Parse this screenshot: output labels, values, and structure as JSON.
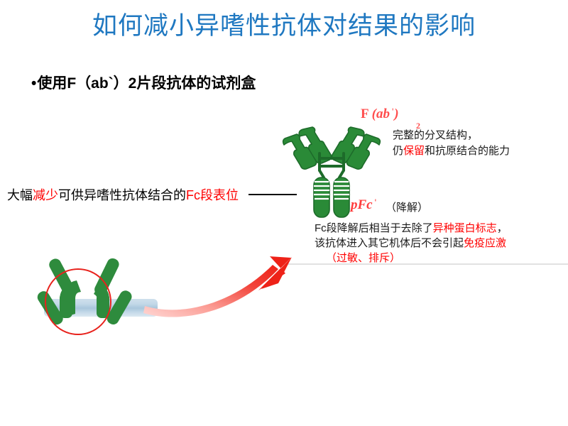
{
  "slide": {
    "title": "如何减小异嗜性抗体对结果的影响",
    "title_color": "#1f78c1",
    "background": "#ffffff"
  },
  "bullet": {
    "marker": "•",
    "text": "使用F（ab`）2片段抗体的试剂盒"
  },
  "left_statement": {
    "part1": "大幅",
    "highlight1": "减少",
    "part2": "可供异嗜性抗体结合的",
    "highlight2": "Fc段表位",
    "leader_line": "—————",
    "highlight_color": "#ff0000"
  },
  "fab_annotation": {
    "label_f": "F",
    "label_ab": "(abˈ)",
    "label_subscript": "2",
    "label_color": "#ff4d4d",
    "desc_line1": "完整的分叉结构，",
    "desc_line2_pre": "仍",
    "desc_line2_highlight": "保留",
    "desc_line2_post": "和抗原结合的能力"
  },
  "pfc_annotation": {
    "label": "pFcˈ",
    "label_color": "#ff3b3b",
    "paren": "（降解）"
  },
  "fc_note": {
    "line1_pre": "Fc段降解后相当于去除了",
    "line1_highlight": "异种蛋白标志",
    "line1_post": "，",
    "line2_pre": "该抗体进入其它机体后不会引起",
    "line2_highlight": "免疫应激",
    "line3_highlight": "（过敏、排斥）",
    "highlight_color": "#ff0000"
  },
  "diagram": {
    "antibody_color": "#2a8a37",
    "antibody_stroke": "#1d6b2a",
    "main_antibody_name": "Y形抗体结构图",
    "plate_color": "#b8d0e0",
    "plate_name": "固相载体条带",
    "circle_color": "#e8221c",
    "circle_name": "Fc段结合区域标注圈",
    "arrow_color": "#ee2d24",
    "arrow_name": "指向片段抗体的弯曲箭头",
    "divider_color": "#e2e2e2"
  }
}
